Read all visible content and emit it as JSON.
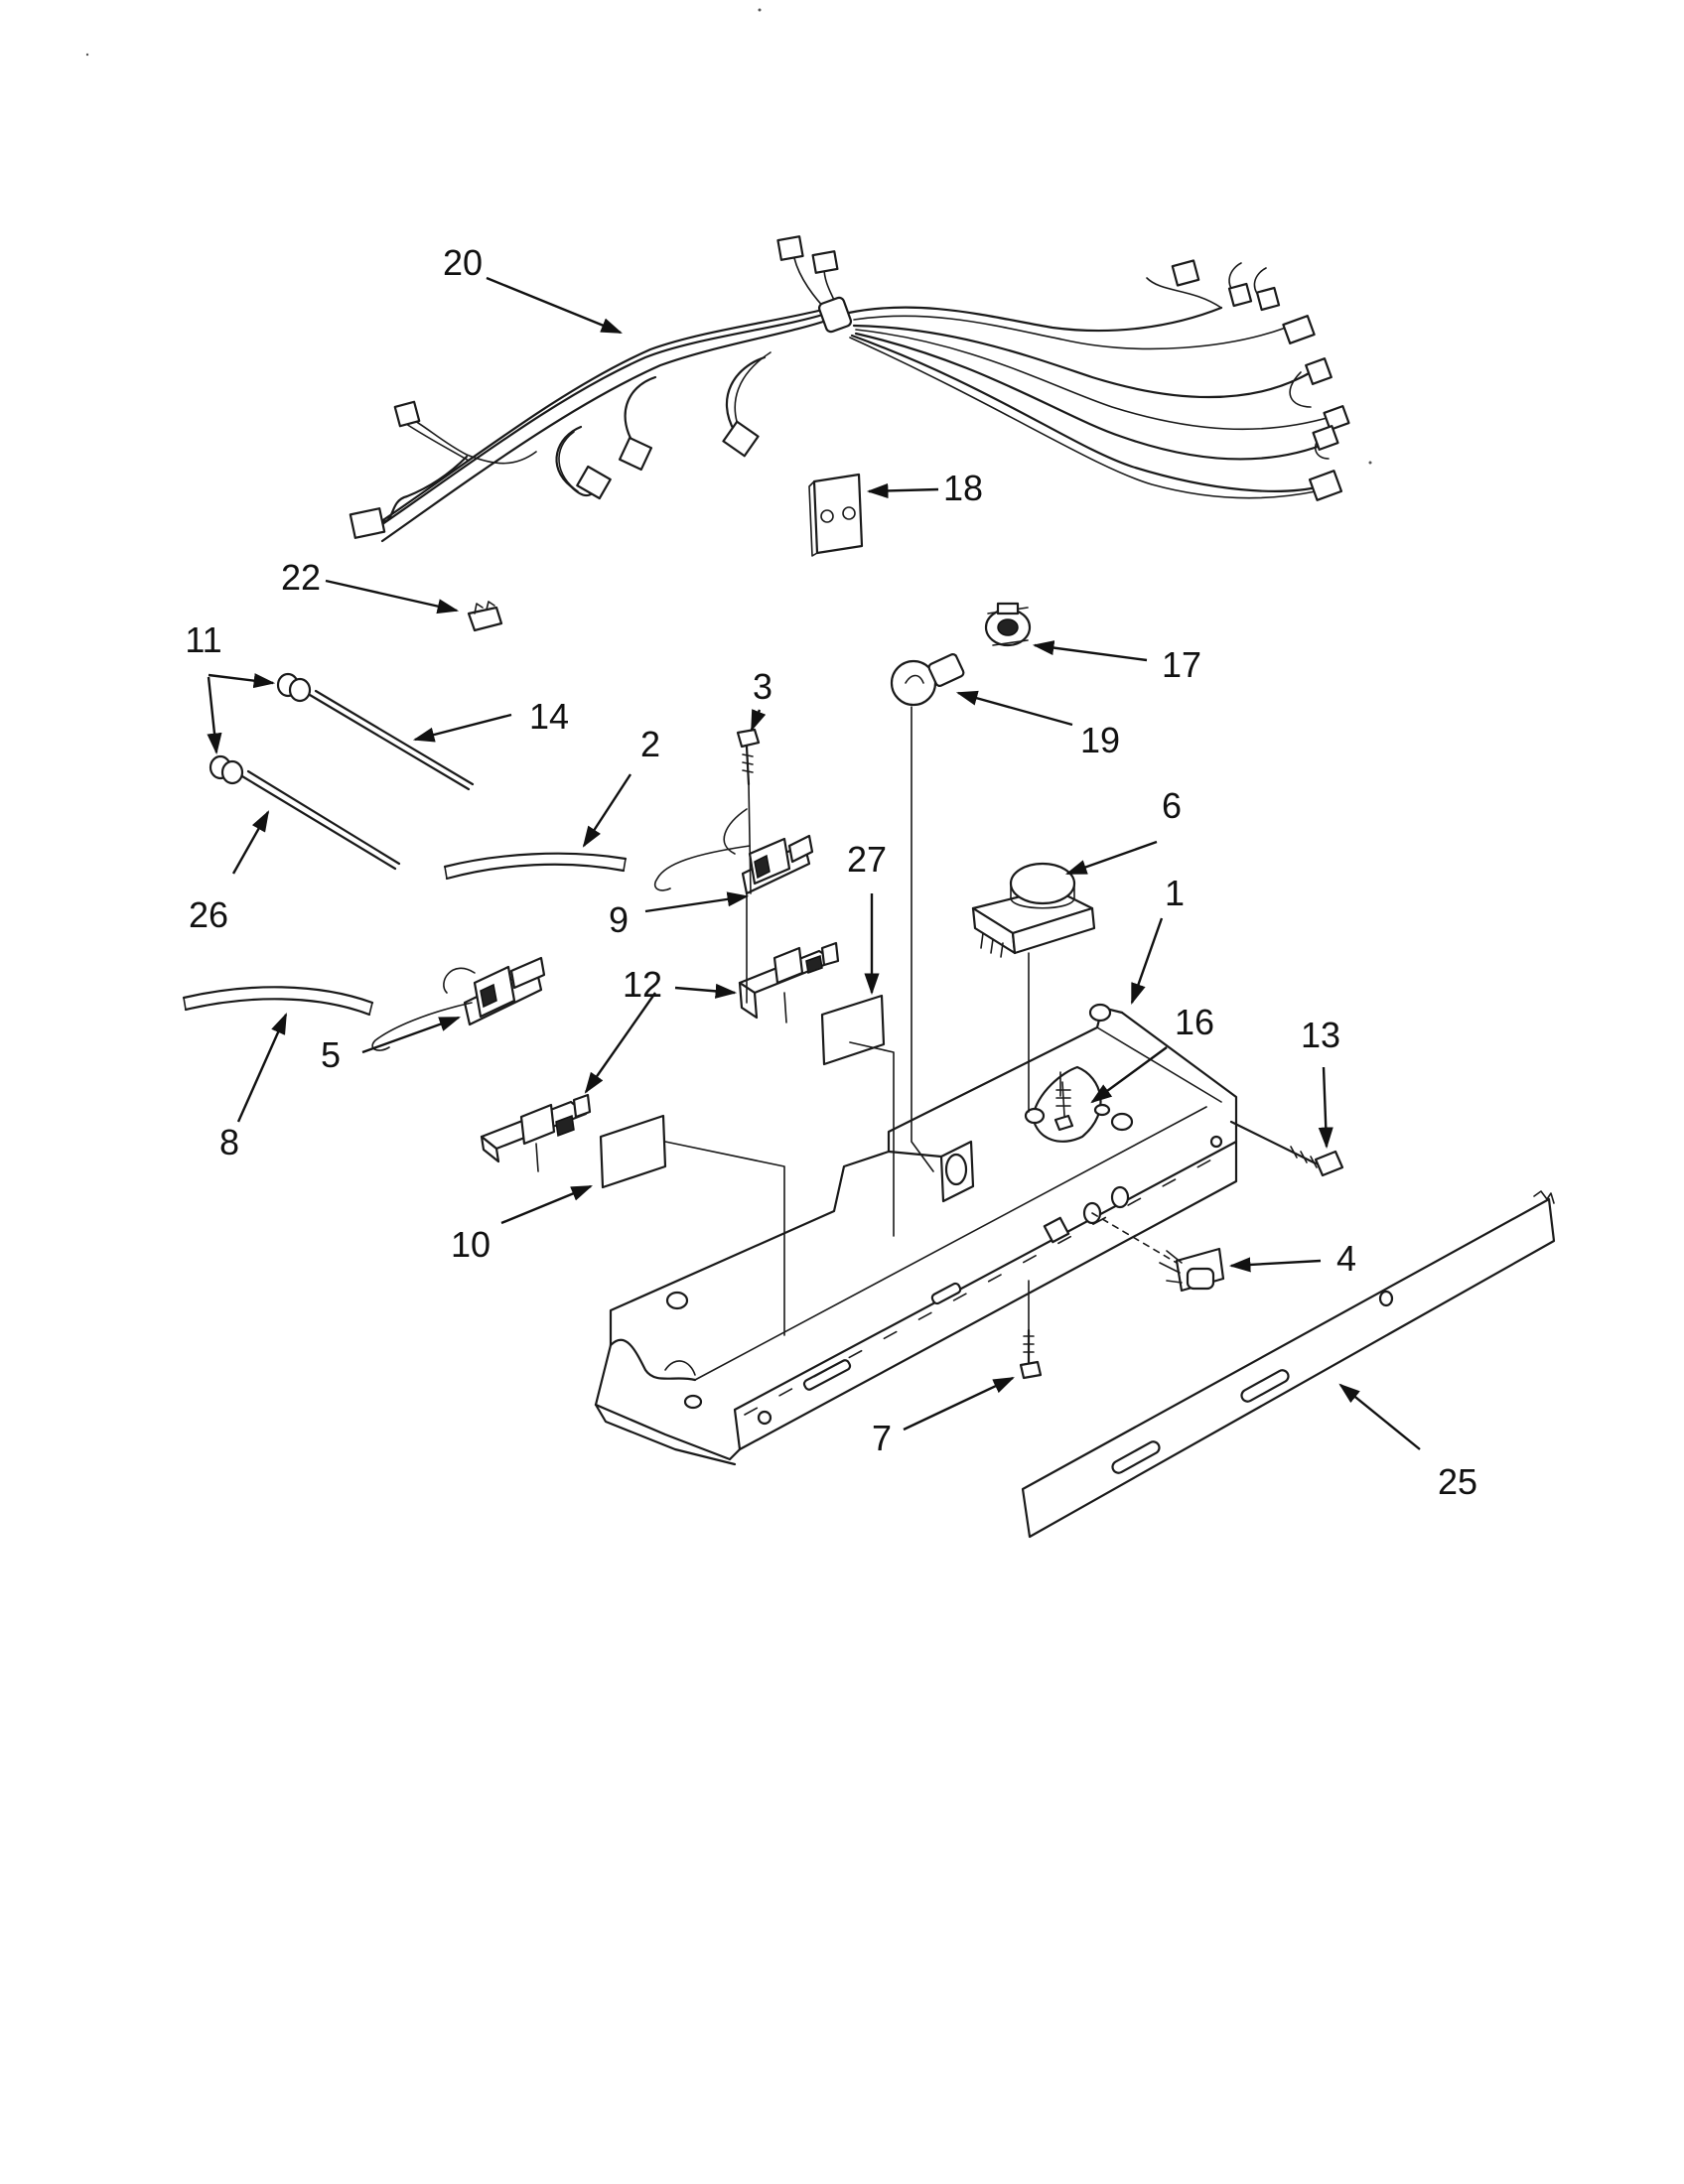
{
  "callouts": [
    {
      "id": "20",
      "label": "20"
    },
    {
      "id": "18",
      "label": "18"
    },
    {
      "id": "22",
      "label": "22"
    },
    {
      "id": "11",
      "label": "11"
    },
    {
      "id": "14",
      "label": "14"
    },
    {
      "id": "3",
      "label": "3"
    },
    {
      "id": "17",
      "label": "17"
    },
    {
      "id": "19",
      "label": "19"
    },
    {
      "id": "2",
      "label": "2"
    },
    {
      "id": "26",
      "label": "26"
    },
    {
      "id": "6",
      "label": "6"
    },
    {
      "id": "27",
      "label": "27"
    },
    {
      "id": "1",
      "label": "1"
    },
    {
      "id": "9",
      "label": "9"
    },
    {
      "id": "12",
      "label": "12"
    },
    {
      "id": "16",
      "label": "16"
    },
    {
      "id": "13",
      "label": "13"
    },
    {
      "id": "5",
      "label": "5"
    },
    {
      "id": "8",
      "label": "8"
    },
    {
      "id": "10",
      "label": "10"
    },
    {
      "id": "4",
      "label": "4"
    },
    {
      "id": "7",
      "label": "7"
    },
    {
      "id": "25",
      "label": "25"
    }
  ]
}
